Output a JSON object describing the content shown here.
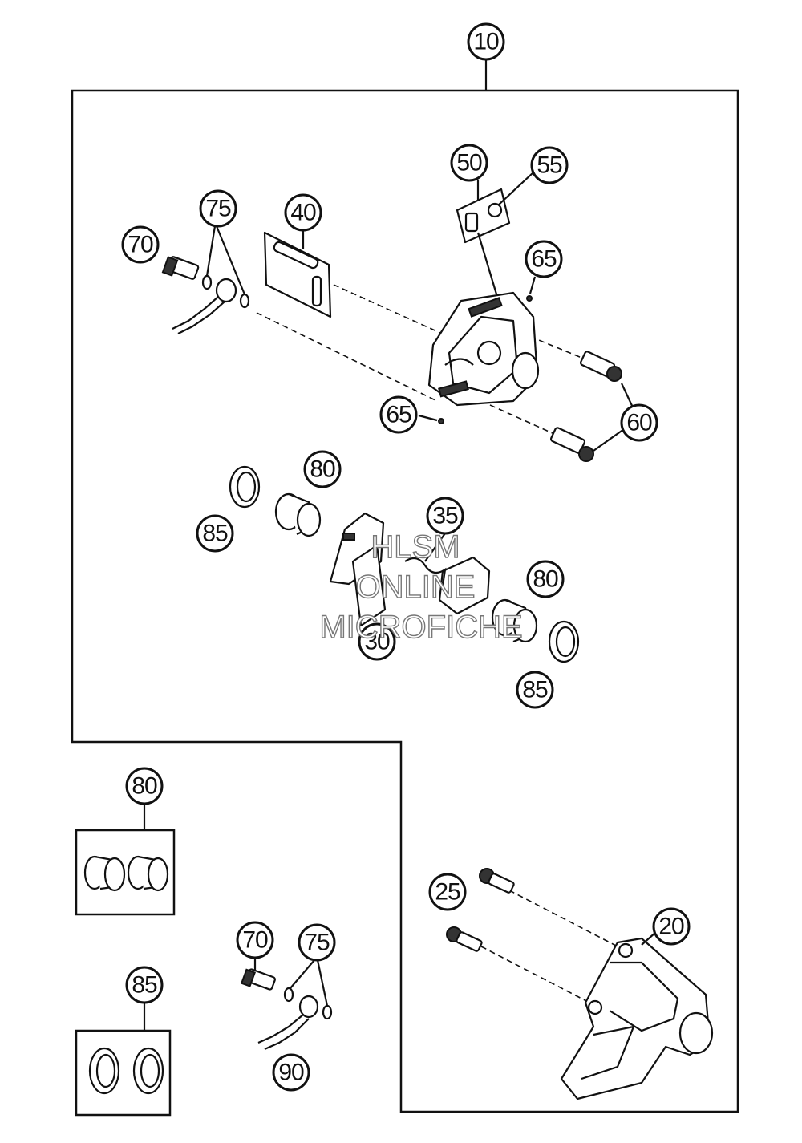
{
  "callouts": {
    "c10": "10",
    "c50": "50",
    "c55": "55",
    "c75a": "75",
    "c40": "40",
    "c70a": "70",
    "c65a": "65",
    "c65b": "65",
    "c60": "60",
    "c80a": "80",
    "c85a": "85",
    "c35": "35",
    "c80b": "80",
    "c30": "30",
    "c85b": "85",
    "c80c": "80",
    "c25": "25",
    "c20": "20",
    "c70b": "70",
    "c75b": "75",
    "c85c": "85",
    "c90": "90"
  },
  "watermark": {
    "line1": "HLSM",
    "line2": "ONLINE",
    "line3": "MICROFICHE"
  }
}
